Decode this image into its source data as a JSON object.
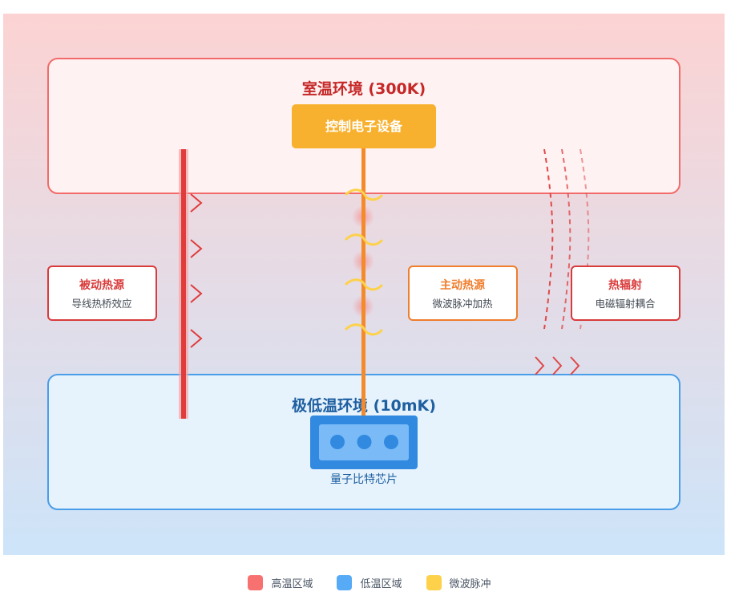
{
  "zones": {
    "warm": {
      "title": "室温环境 (300K)",
      "fill": "#fff2f2",
      "stroke": "#f26b6b",
      "title_color": "#c62828"
    },
    "cold": {
      "title": "极低温环境 (10mK)",
      "fill": "#e6f3fd",
      "stroke": "#4a9de8",
      "title_color": "#1e5fa0"
    }
  },
  "control_electronics": {
    "label": "控制电子设备",
    "fill": "#f8b12e",
    "text_color": "#ffffff"
  },
  "qubit_chip": {
    "label": "量子比特芯片",
    "outer": "#3189e0",
    "inner": "#79baf7",
    "dot": "#3189e0",
    "label_color": "#1e5fa0",
    "qubit_count": 3
  },
  "heat_sources": [
    {
      "id": "passive",
      "title": "被动热源",
      "subtitle": "导线热桥效应",
      "accent": "#d93b3b"
    },
    {
      "id": "active",
      "title": "主动热源",
      "subtitle": "微波脉冲加热",
      "accent": "#ef7d2c"
    },
    {
      "id": "radiation",
      "title": "热辐射",
      "subtitle": "电磁辐射耦合",
      "accent": "#d93b3b"
    }
  ],
  "colors": {
    "wire": "#e03c3c",
    "microwave_line": "#f58a2a",
    "microwave_wave": "#fdd14a",
    "radiation": "#e04848",
    "bg_top": "#fcd3d3",
    "bg_bottom": "#cde4f9"
  },
  "legend": [
    {
      "label": "高温区域",
      "color": "#f87171"
    },
    {
      "label": "低温区域",
      "color": "#57aaf5"
    },
    {
      "label": "微波脉冲",
      "color": "#fdd14a"
    }
  ]
}
